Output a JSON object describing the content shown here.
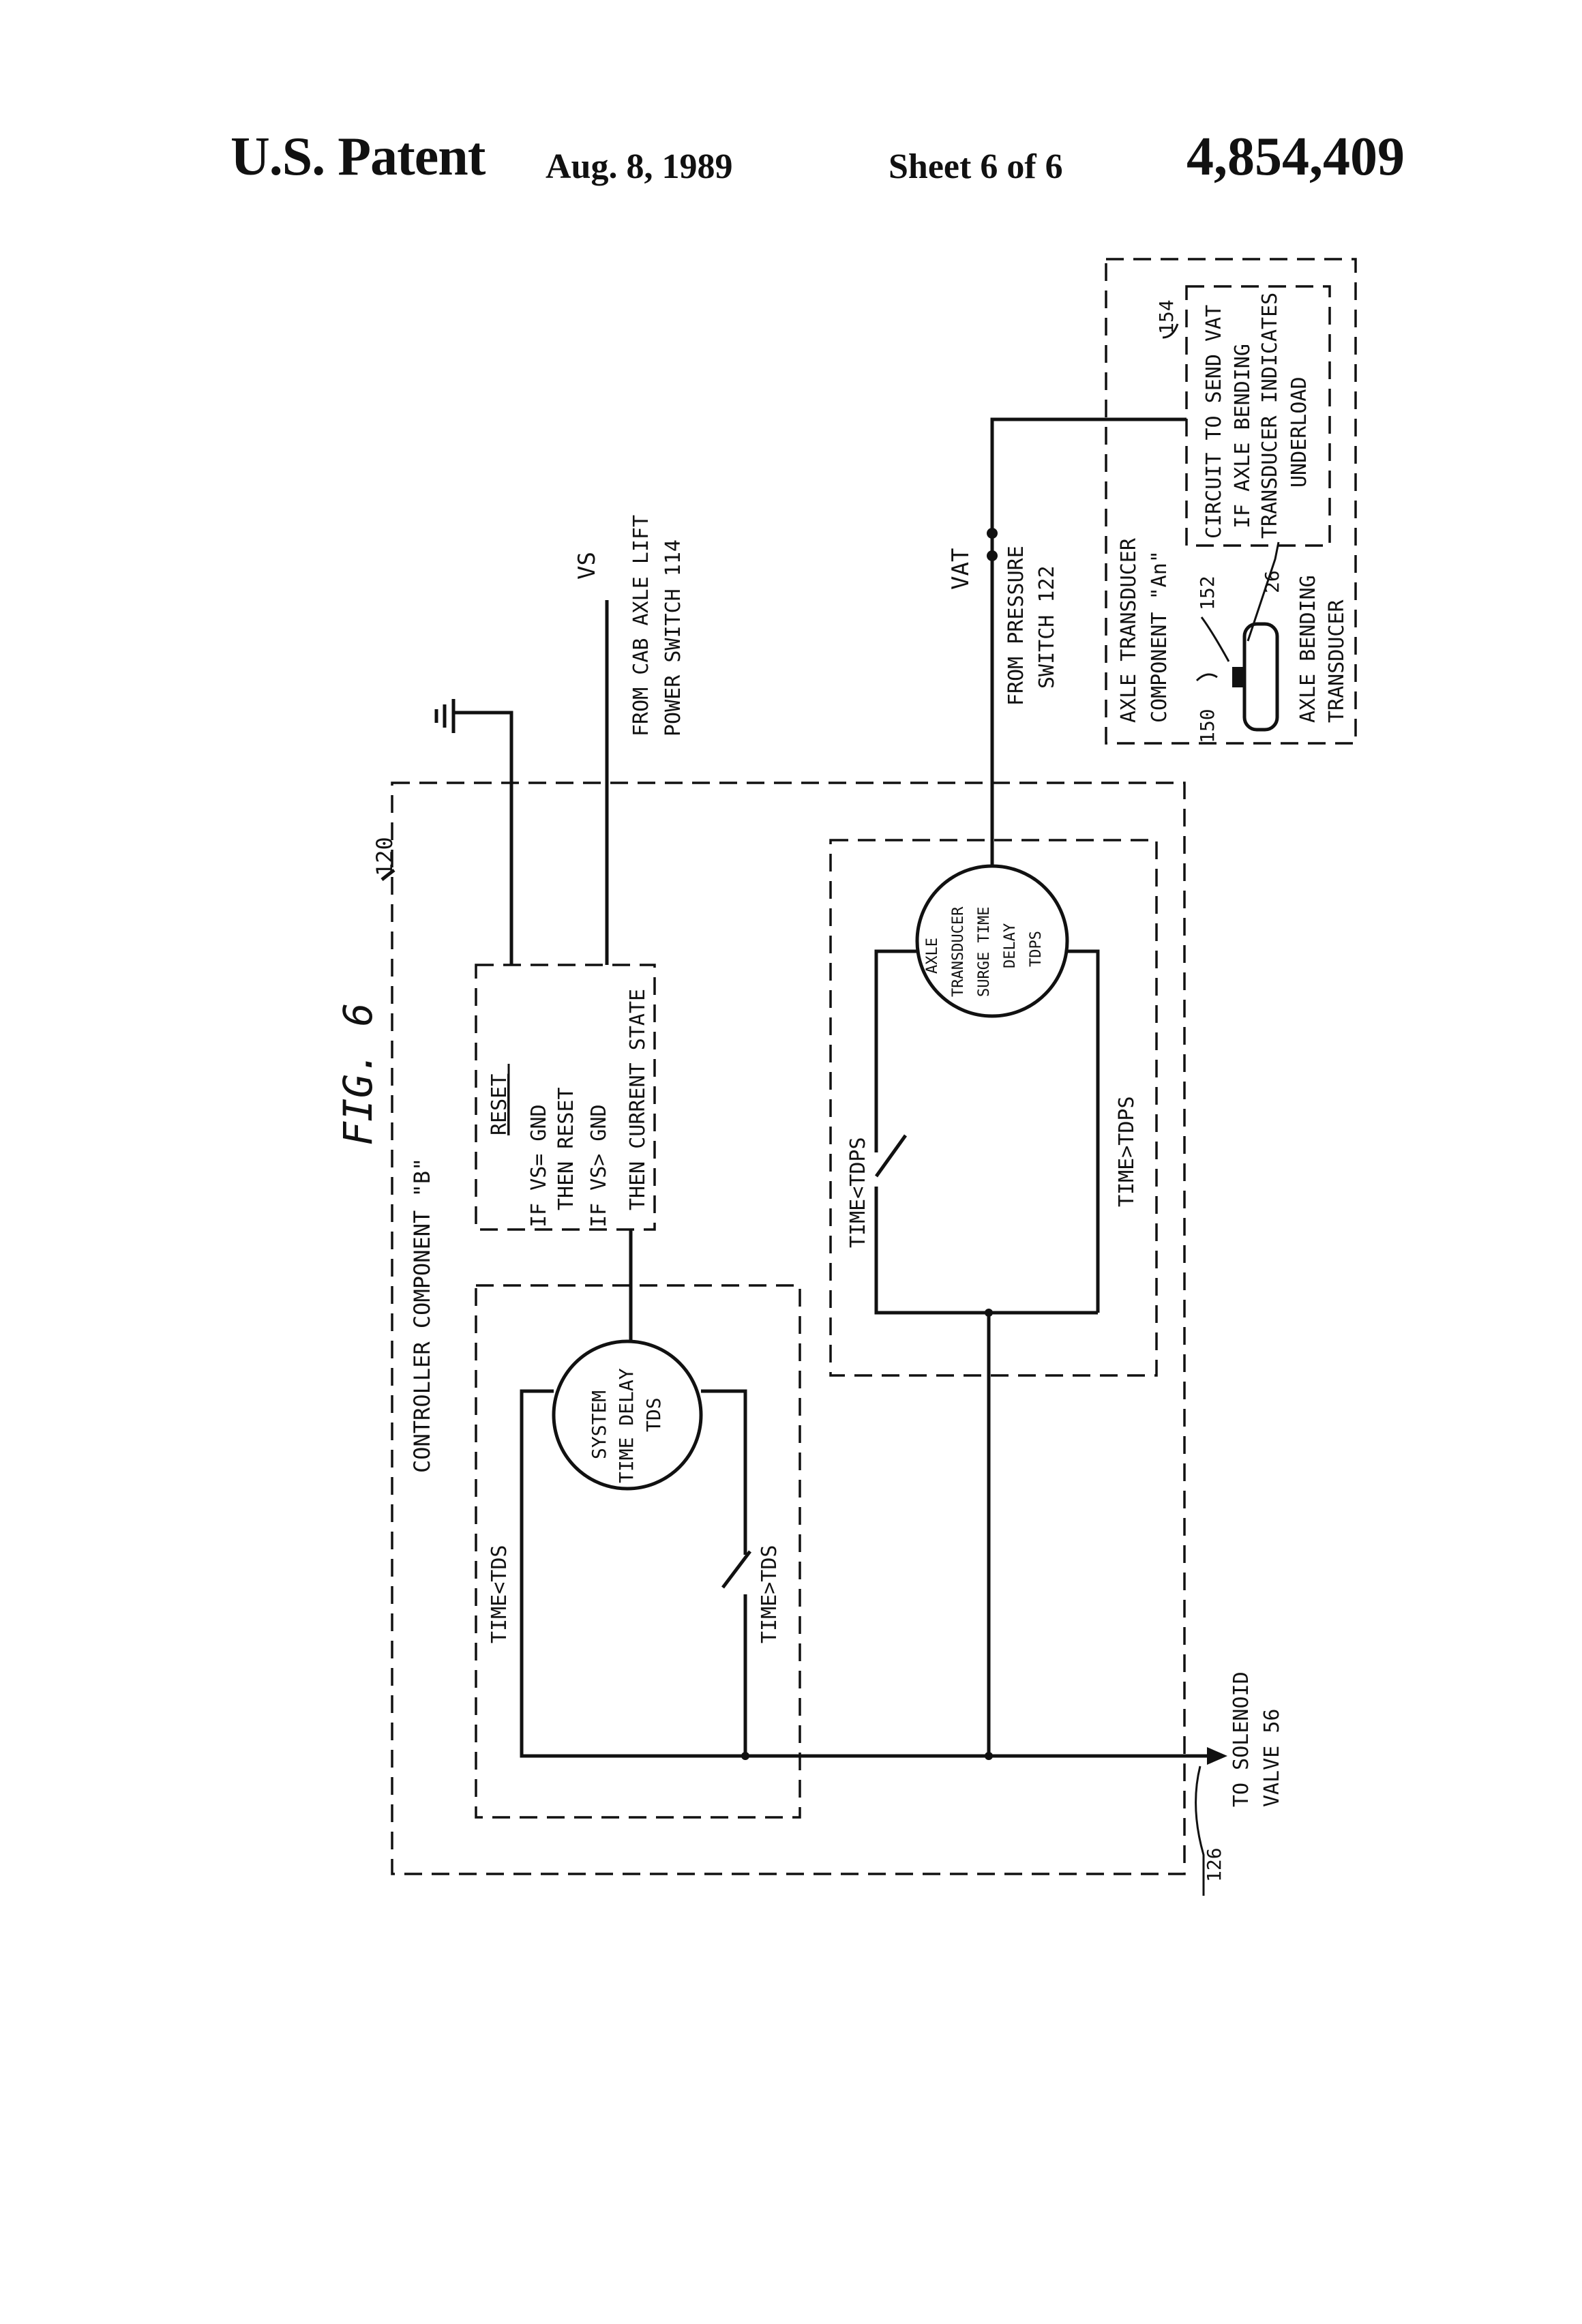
{
  "header": {
    "patent_label": "U.S. Patent",
    "date": "Aug. 8, 1989",
    "sheet": "Sheet 6 of 6",
    "patent_number": "4,854,409"
  },
  "figure": {
    "title": "FIG. 6",
    "controller": {
      "label": "CONTROLLER COMPONENT \"B\"",
      "ref": "120"
    },
    "reset_box": {
      "title": "RESET",
      "line1": "IF VS= GND",
      "line2": "THEN RESET",
      "line3": "IF VS> GND",
      "line4": "THEN CURRENT STATE"
    },
    "system_delay": {
      "line1": "SYSTEM",
      "line2": "TIME DELAY",
      "line3": "TDS",
      "switch_open": "TIME<TDS",
      "switch_closed": "TIME>TDS"
    },
    "axle_delay": {
      "line1": "AXLE",
      "line2": "TRANSDUCER",
      "line3": "SURGE TIME",
      "line4": "DELAY",
      "line5": "TDPS",
      "switch_open": "TIME<TDPS",
      "switch_closed": "TIME>TDPS"
    },
    "vs": {
      "label": "VS",
      "source_line1": "FROM CAB AXLE LIFT",
      "source_line2": "POWER SWITCH 114"
    },
    "vat": {
      "label": "VAT",
      "source_line1": "FROM PRESSURE",
      "source_line2": "SWITCH 122"
    },
    "transducer_box": {
      "line1": "AXLE TRANSDUCER",
      "line2": "COMPONENT \"An\"",
      "bottom_line1": "AXLE BENDING",
      "bottom_line2": "TRANSDUCER",
      "ref_150": "150",
      "ref_152": "152",
      "ref_26": "26",
      "ref_154": "154",
      "circuit_line1": "CIRCUIT TO SEND VAT",
      "circuit_line2": "IF AXLE BENDING",
      "circuit_line3": "TRANSDUCER INDICATES",
      "circuit_line4": "UNDERLOAD"
    },
    "output": {
      "line1": "TO SOLENOID",
      "line2": "VALVE 56",
      "ref": "126"
    }
  }
}
